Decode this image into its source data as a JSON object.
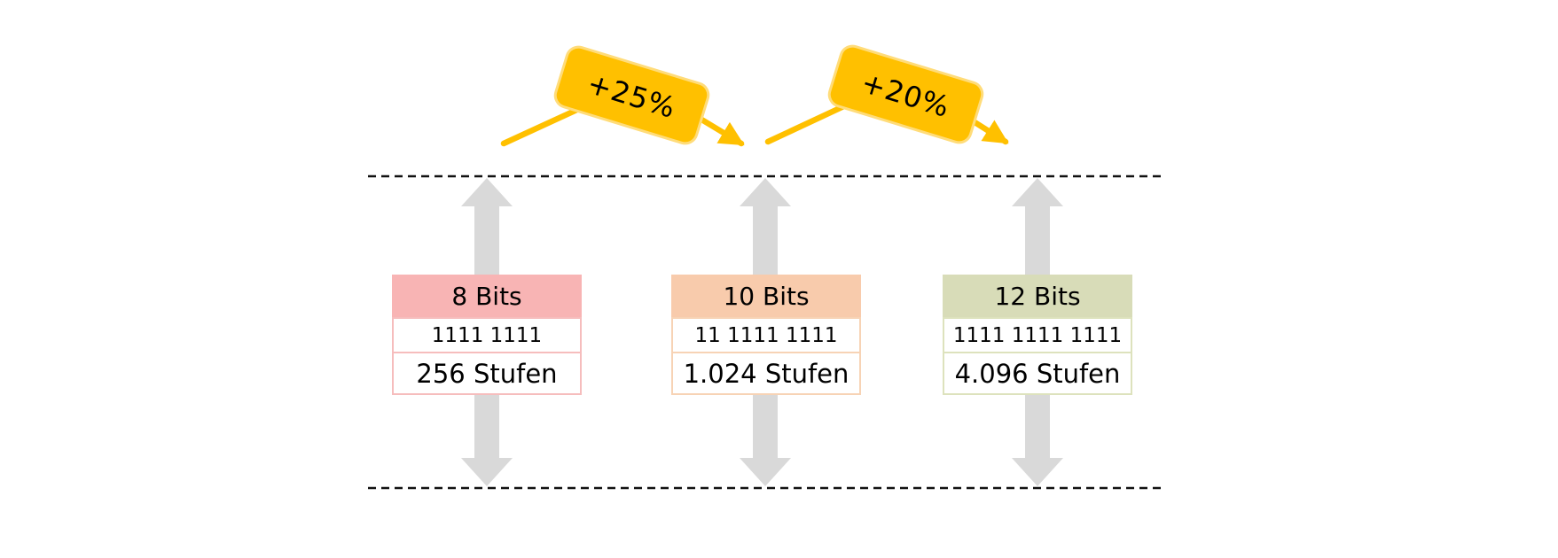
{
  "figure": {
    "badges": [
      {
        "label": "+25%"
      },
      {
        "label": "+20%"
      }
    ],
    "tables": [
      {
        "header": "8 Bits",
        "binary": "1111 1111",
        "steps": "256 Stufen",
        "header_color": "#f8b4b4",
        "border_color": "#f6bdbd"
      },
      {
        "header": "10 Bits",
        "binary": "11 1111 1111",
        "steps": "1.024 Stufen",
        "header_color": "#f8cbac",
        "border_color": "#f7d3b5"
      },
      {
        "header": "12 Bits",
        "binary": "1111 1111 1111",
        "steps": "4.096 Stufen",
        "header_color": "#d8dcb8",
        "border_color": "#dde2bd"
      }
    ],
    "colors": {
      "accent_yellow": "#ffc000",
      "badge_border": "#ffdc7a",
      "arrow_gray": "#d9d9d9",
      "dash_line": "#111111",
      "text": "#000000"
    }
  }
}
